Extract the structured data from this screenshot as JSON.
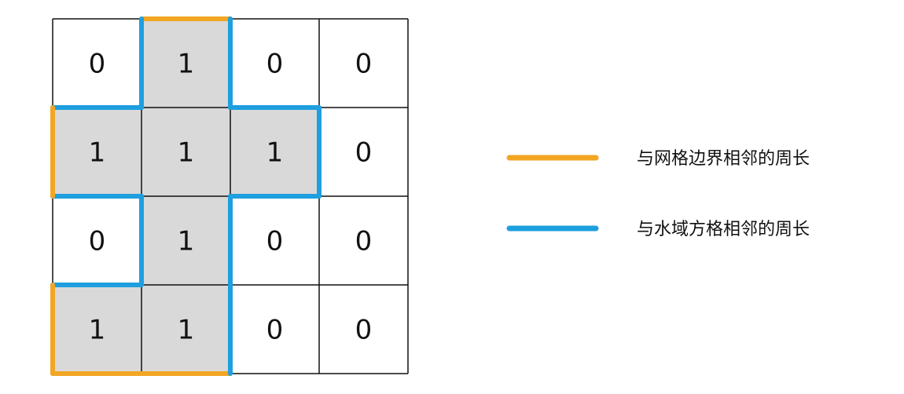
{
  "grid": {
    "values": [
      [
        "0",
        "1",
        "0",
        "0"
      ],
      [
        "1",
        "1",
        "1",
        "0"
      ],
      [
        "0",
        "1",
        "0",
        "0"
      ],
      [
        "1",
        "1",
        "0",
        "0"
      ]
    ],
    "land_fill": "#d9d9d9",
    "water_fill": "#ffffff",
    "line_color": "#111111"
  },
  "colors": {
    "grid_boundary": "#f2a623",
    "water_boundary": "#1e9fdf"
  },
  "legend": {
    "grid_boundary_label": "与网格边界相邻的周长",
    "water_boundary_label": "与水域方格相邻的周长"
  }
}
